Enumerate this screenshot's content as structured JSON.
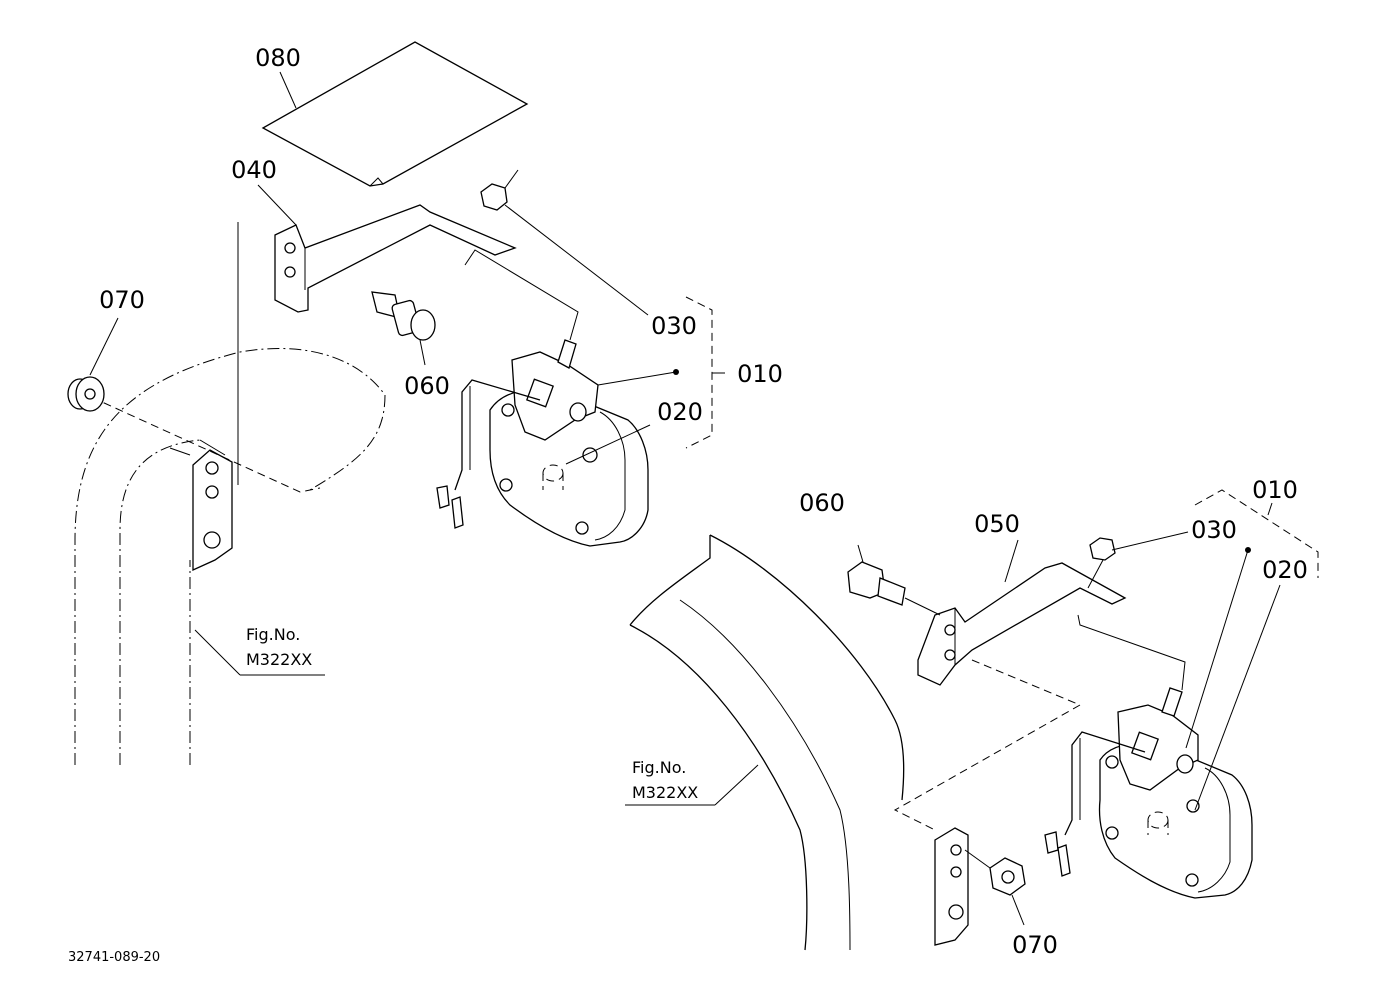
{
  "diagram_code": "32741-089-20",
  "figure_refs": [
    {
      "label": "Fig.No.",
      "number": "M322XX"
    },
    {
      "label": "Fig.No.",
      "number": "M322XX"
    }
  ],
  "callouts": {
    "left": {
      "p080": "080",
      "p040": "040",
      "p030": "030",
      "p010": "010",
      "p020": "020",
      "p060": "060",
      "p070": "070"
    },
    "right": {
      "p010": "010",
      "p030": "030",
      "p020": "020",
      "p050": "050",
      "p060": "060",
      "p070": "070"
    }
  }
}
